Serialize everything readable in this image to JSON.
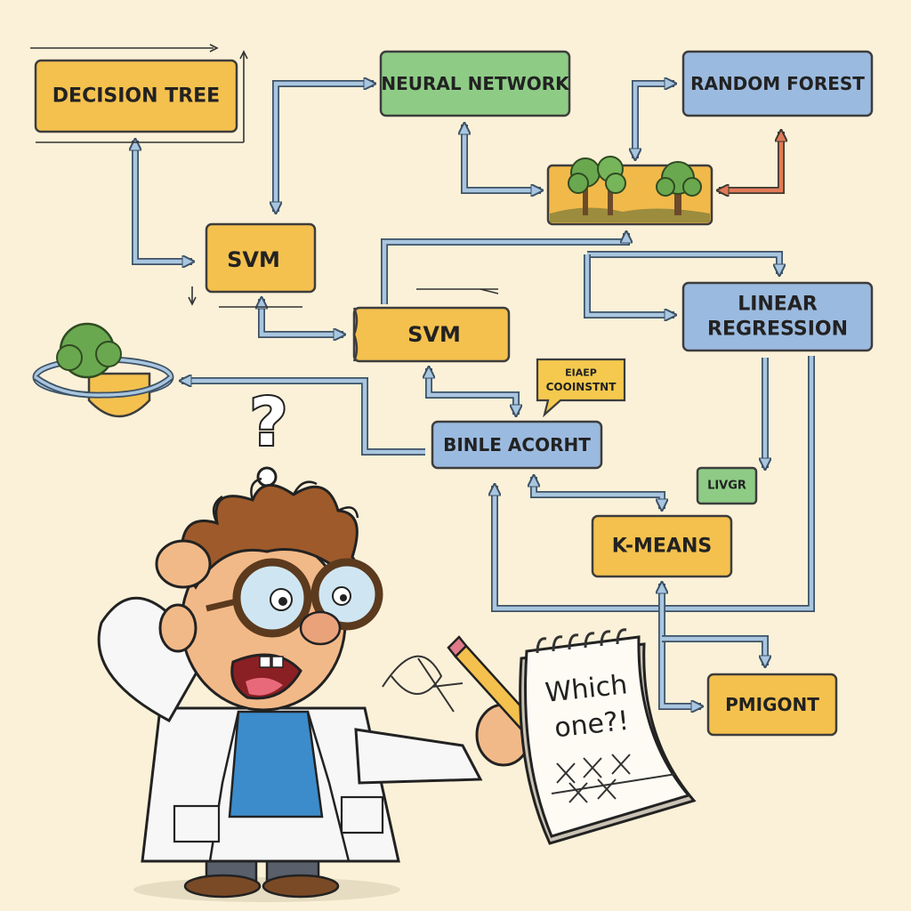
{
  "colors": {
    "background": "#fbf1d8",
    "yellow_node": "#f4c14e",
    "green_node": "#8ecc86",
    "blue_node": "#9bbadf",
    "connector": "#a9c6e0",
    "highlight_arrow": "#e07a56"
  },
  "nodes": {
    "decision_tree": "DECISION TREE",
    "neural_network": "NEURAL NETWORK",
    "random_forest": "RANDOM FOREST",
    "svm_upper": "SVM",
    "svm_lower": "SVM",
    "linear_regression_line1": "LINEAR",
    "linear_regression_line2": "REGRESSION",
    "binle_acorht": "BINLE ACORHT",
    "k_means": "K-MEANS",
    "pmigont": "PMIGONT",
    "livgr": "LIVGR"
  },
  "callout": {
    "line1": "EIAEP",
    "line2": "COOINSTNT"
  },
  "notepad": {
    "line1": "Which",
    "line2": "one?!"
  },
  "thought": {
    "symbol": "?"
  },
  "icons": {
    "forest_scene": "forest-scene-icon",
    "orbit_object": "orbit-tree-icon",
    "scientist": "confused-scientist-illustration",
    "pencil": "pencil-icon",
    "notepad": "notepad-icon"
  }
}
